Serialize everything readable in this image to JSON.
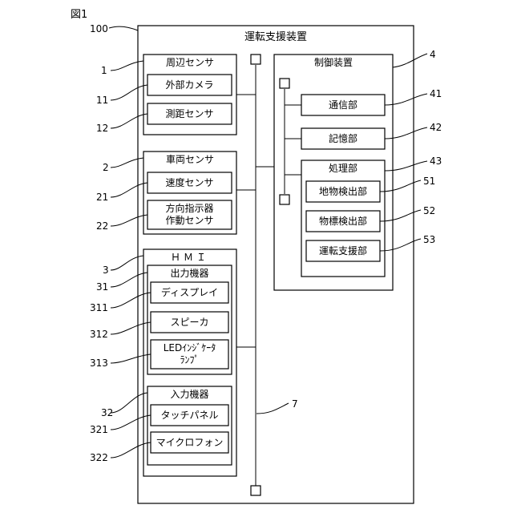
{
  "figure_label": "図1",
  "main": {
    "ref": "100",
    "title": "運転支援装置"
  },
  "bus_ref": "7",
  "surround_sensor": {
    "ref": "1",
    "title": "周辺センサ",
    "items": [
      {
        "ref": "11",
        "label": "外部カメラ"
      },
      {
        "ref": "12",
        "label": "測距センサ"
      }
    ]
  },
  "vehicle_sensor": {
    "ref": "2",
    "title": "車両センサ",
    "items": [
      {
        "ref": "21",
        "label": "速度センサ"
      },
      {
        "ref": "22",
        "label_line1": "方向指示器",
        "label_line2": "作動センサ"
      }
    ]
  },
  "hmi": {
    "ref": "3",
    "title": "ＨＭＩ",
    "output": {
      "ref": "31",
      "title": "出力機器",
      "items": [
        {
          "ref": "311",
          "label": "ディスプレイ"
        },
        {
          "ref": "312",
          "label": "スピーカ"
        },
        {
          "ref": "313",
          "label_line1": "LEDｲﾝｼﾞｹｰﾀ",
          "label_line2": "ﾗﾝﾌﾟ"
        }
      ]
    },
    "input": {
      "ref": "32",
      "title": "入力機器",
      "items": [
        {
          "ref": "321",
          "label": "タッチパネル"
        },
        {
          "ref": "322",
          "label": "マイクロフォン"
        }
      ]
    }
  },
  "controller": {
    "ref": "4",
    "title": "制御装置",
    "comm": {
      "ref": "41",
      "label": "通信部"
    },
    "memory": {
      "ref": "42",
      "label": "記憶部"
    },
    "processing": {
      "ref": "43",
      "title": "処理部",
      "items": [
        {
          "ref": "51",
          "label": "地物検出部"
        },
        {
          "ref": "52",
          "label": "物標検出部"
        },
        {
          "ref": "53",
          "label": "運転支援部"
        }
      ]
    }
  }
}
